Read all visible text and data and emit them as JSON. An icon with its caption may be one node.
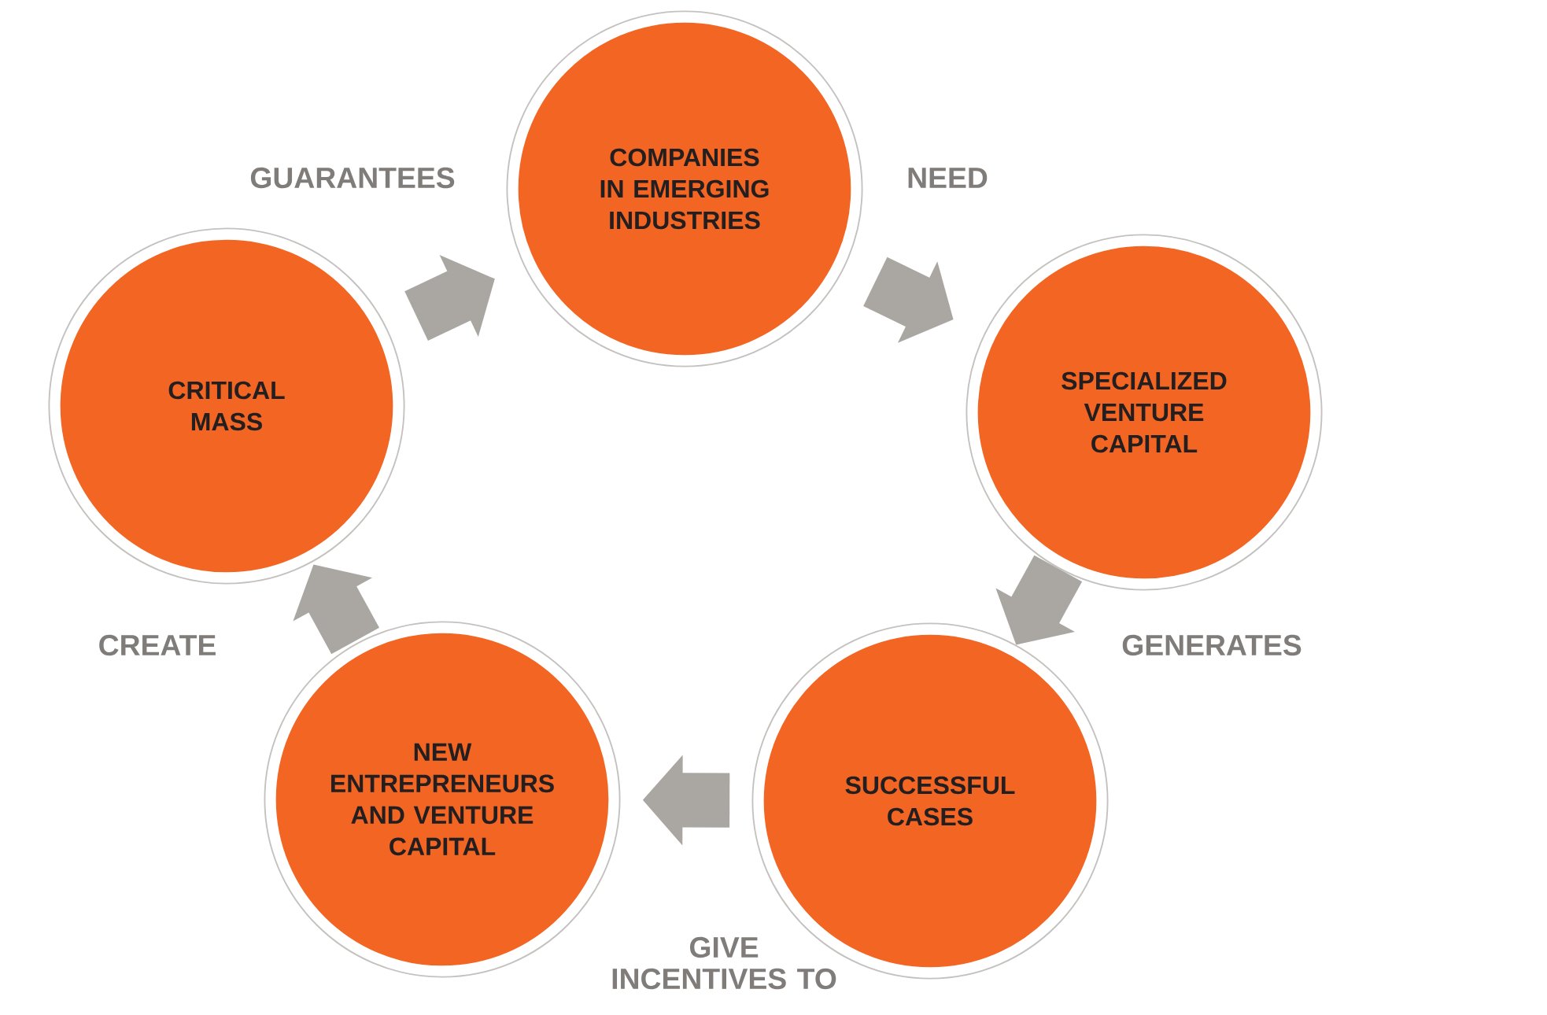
{
  "diagram": {
    "nodes": [
      {
        "text": [
          "COMPANIES IN EMERGING INDUSTRIES"
        ]
      },
      {
        "text": [
          "SPECIALIZED VENTURE CAPITAL"
        ]
      },
      {
        "text": [
          "SUCCESSFUL CASES"
        ]
      },
      {
        "text": [
          "NEW ENTREPRENEURS AND VENTURE CAPITAL"
        ]
      },
      {
        "text": [
          "CRITICAL MASS"
        ]
      }
    ],
    "edges": [
      {
        "from": 0,
        "to": 1,
        "arrow": "to",
        "label": "NEED"
      },
      {
        "from": 1,
        "to": 2,
        "arrow": "to",
        "label": "GENERATES"
      },
      {
        "from": 2,
        "to": 3,
        "arrow": "to",
        "label": "GIVE INCENTIVES TO"
      },
      {
        "from": 3,
        "to": 4,
        "arrow": "to",
        "label": "CREATE"
      },
      {
        "from": 4,
        "to": 0,
        "arrow": "to",
        "label": "GUARANTEES"
      }
    ]
  }
}
